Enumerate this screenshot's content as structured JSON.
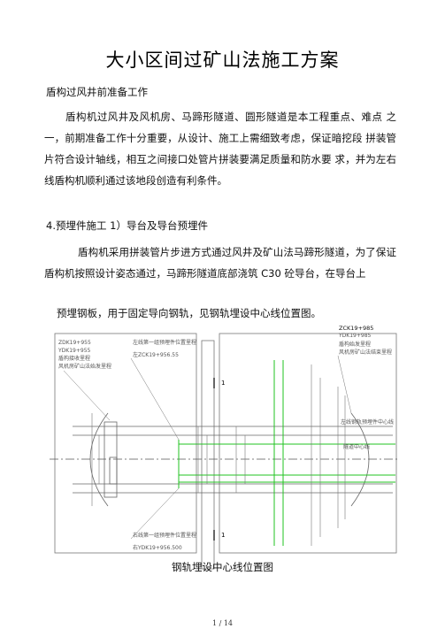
{
  "document": {
    "title": "大小区间过矿山法施工方案",
    "subheading": "盾构过风井前准备工作",
    "paragraph1": "盾构机过风井及风机房、马蹄形隧道、圆形隧道是本工程重点、难点 之一，前期准备工作十分重要，从设计、施工上需细致考虑，保证暗挖段 拼装管片符合设计轴线，相互之间接口处管片拼装要满足质量和防水要 求，并为左右线盾构机顺利通过该地段创造有利条件。",
    "section_heading": "4.预埋件施工 1）导台及导台预埋件",
    "paragraph2": "盾构机采用拼装管片步进方式通过风井及矿山法马蹄形隧道，为了保证盾构机按照设计姿态通过，马蹄形隧道底部浇筑 C30 砼导台，在导台上",
    "paragraph3": "预埋钢板，用于固定导向钢轨，见钢轨埋设中心线位置图。",
    "figure_caption": "钢轨埋设中心线位置图",
    "page_number": "1 / 14"
  },
  "drawing": {
    "label_top_right": "ZCK19+985",
    "label_ydk_right": "YDK19+985",
    "label_zdk_left": "ZDK19+955",
    "label_ydk_left": "YDK19+955",
    "note_left_1": "盾构接收里程",
    "note_left_2": "风机房矿山法始发里程",
    "note_top_1": "左线第一组预埋件位置里程",
    "note_top_2": "左ZCK19+956.55",
    "note_right_1": "盾构始发里程",
    "note_right_2": "风机房矿山法结束里程",
    "note_right_3": "左线钢轨预埋件中心线",
    "note_right_4": "隧道中心线",
    "note_bottom_1": "右线第一组预埋件位置里程",
    "note_bottom_2": "右YDK19+956.500",
    "section_mark": "1",
    "colors": {
      "green": "#22c322",
      "line": "#555555",
      "dim": "#666666"
    }
  }
}
